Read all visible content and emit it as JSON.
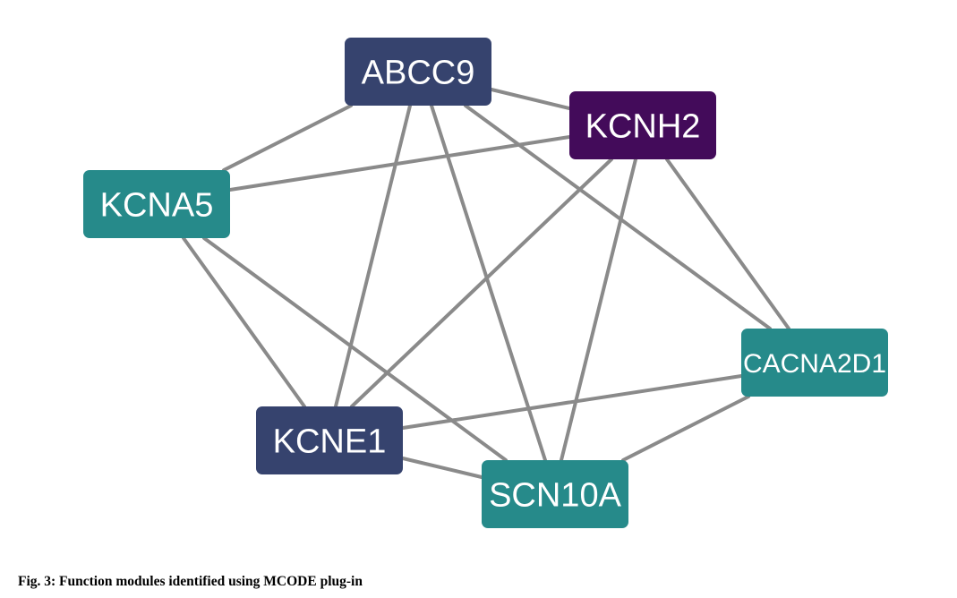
{
  "figure": {
    "caption": "Fig. 3: Function modules identified using MCODE plug-in"
  },
  "colors": {
    "edge": "#8a8a8a",
    "label_text": "#ffffff",
    "background": "#ffffff"
  },
  "nodes": [
    {
      "id": "ABCC9",
      "label": "ABCC9",
      "color": "#36436e"
    },
    {
      "id": "KCNH2",
      "label": "KCNH2",
      "color": "#430b5a"
    },
    {
      "id": "KCNA5",
      "label": "KCNA5",
      "color": "#268a8a"
    },
    {
      "id": "CACNA2D1",
      "label": "CACNA2D1",
      "color": "#268a8a"
    },
    {
      "id": "KCNE1",
      "label": "KCNE1",
      "color": "#36436e"
    },
    {
      "id": "SCN10A",
      "label": "SCN10A",
      "color": "#268a8a"
    }
  ],
  "edges": [
    [
      "ABCC9",
      "KCNH2"
    ],
    [
      "ABCC9",
      "KCNA5"
    ],
    [
      "ABCC9",
      "KCNE1"
    ],
    [
      "ABCC9",
      "SCN10A"
    ],
    [
      "ABCC9",
      "CACNA2D1"
    ],
    [
      "KCNH2",
      "KCNA5"
    ],
    [
      "KCNH2",
      "KCNE1"
    ],
    [
      "KCNH2",
      "SCN10A"
    ],
    [
      "KCNH2",
      "CACNA2D1"
    ],
    [
      "KCNA5",
      "KCNE1"
    ],
    [
      "KCNA5",
      "SCN10A"
    ],
    [
      "KCNE1",
      "SCN10A"
    ],
    [
      "KCNE1",
      "CACNA2D1"
    ],
    [
      "SCN10A",
      "CACNA2D1"
    ]
  ]
}
